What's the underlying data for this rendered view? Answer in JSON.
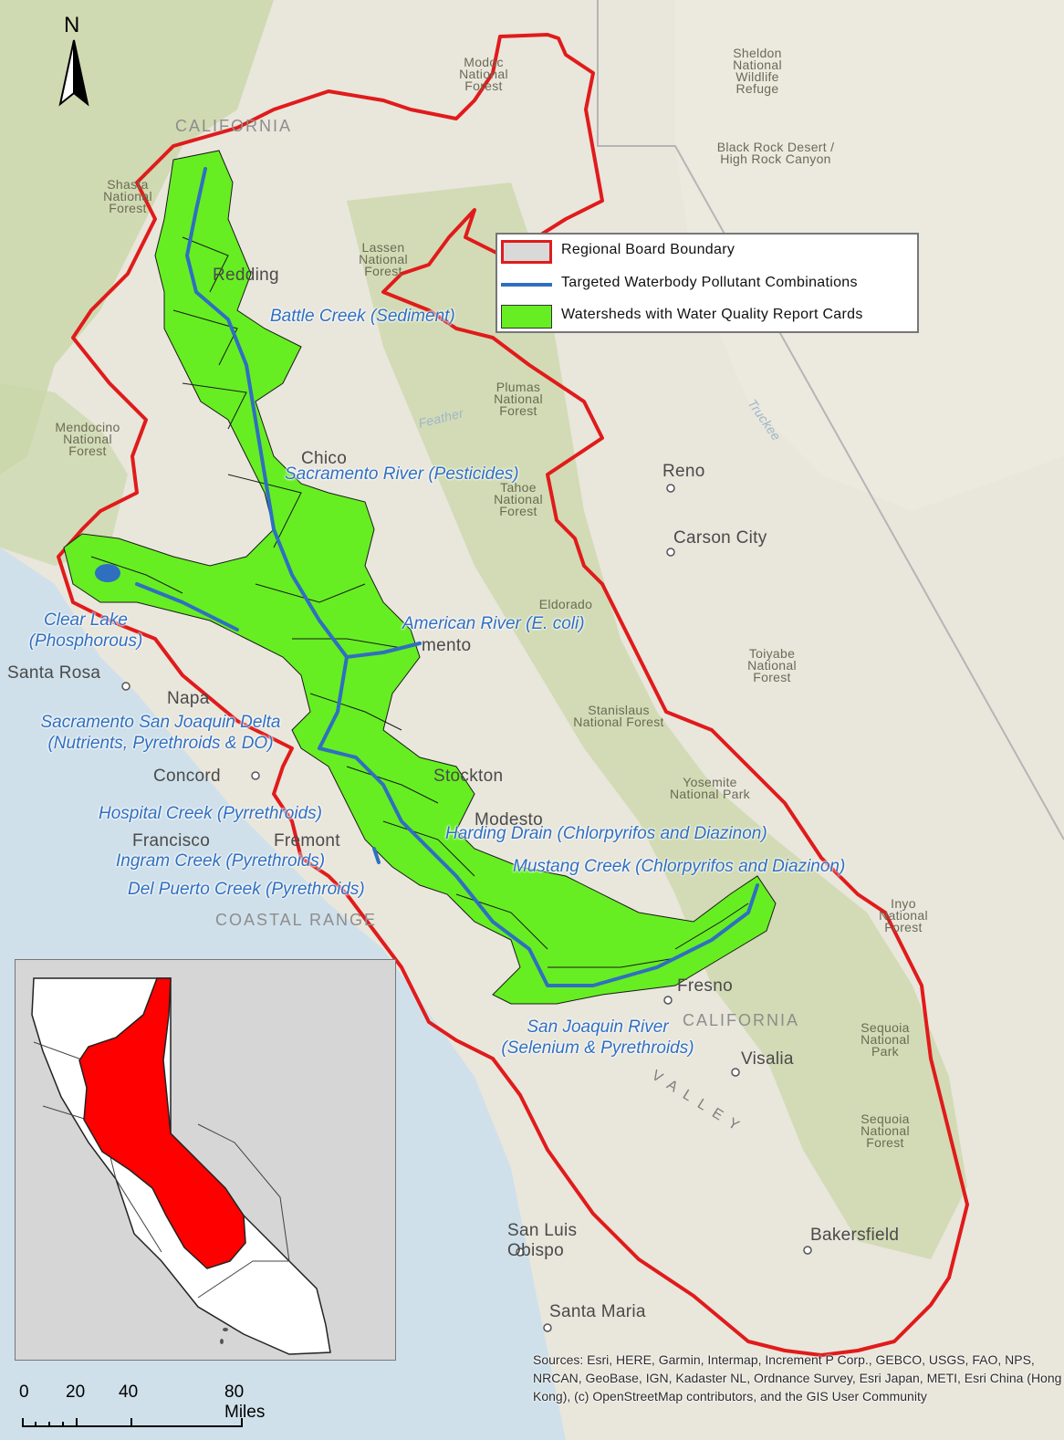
{
  "north_arrow": {
    "label": "N",
    "icon": "north-arrow-icon"
  },
  "legend": {
    "items": [
      {
        "label": "Regional Board Boundary",
        "color": "#d9d9d9",
        "border": "#e01b1b"
      },
      {
        "label": "Targeted Waterbody Pollutant Combinations",
        "color": "#2f6fc0"
      },
      {
        "label": "Watersheds with Water Quality Report Cards",
        "color": "#66ee22"
      }
    ]
  },
  "waterbody_labels": {
    "battle_creek": "Battle Creek (Sediment)",
    "sacramento_river": "Sacramento River (Pesticides)",
    "clear_lake_1": "Clear Lake",
    "clear_lake_2": "(Phosphorous)",
    "american_river": "American River (E. coli)",
    "delta_1": "Sacramento San Joaquin Delta",
    "delta_2": "(Nutrients, Pyrethroids & DO)",
    "hospital_creek": "Hospital Creek (Pyrrethroids)",
    "harding_drain": "Harding Drain (Chlorpyrifos and Diazinon)",
    "ingram_creek": "Ingram Creek (Pyrethroids)",
    "mustang_creek": "Mustang Creek (Chlorpyrifos and Diazinon)",
    "del_puerto_creek": "Del Puerto Creek (Pyrethroids)",
    "san_joaquin_1": "San Joaquin River",
    "san_joaquin_2": "(Selenium & Pyrethroids)"
  },
  "places": {
    "california_top": "CALIFORNIA",
    "redding": "Redding",
    "chico": "Chico",
    "reno": "Reno",
    "carson_city": "Carson City",
    "santa_rosa": "Santa Rosa",
    "napa": "Napa",
    "concord": "Concord",
    "stockton": "Stockton",
    "modesto": "Modesto",
    "francisco": "Francisco",
    "fremont": "Fremont",
    "fresno": "Fresno",
    "california_mid": "CALIFORNIA",
    "visalia": "Visalia",
    "bakersfield": "Bakersfield",
    "san_luis_obispo_1": "San Luis",
    "san_luis_obispo_2": "Obispo",
    "santa_maria": "Santa Maria",
    "sacramento_partial": "mento",
    "coastal_range": "COASTAL RANGE",
    "valley": "VALLEY",
    "feather": "Feather",
    "truckee": "Truckee",
    "modoc_nf": "Modoc National Forest",
    "sheldon_refuge": "Sheldon National Wildlife Refuge",
    "black_rock": "Black Rock Desert / High Rock Canyon",
    "shasta_nf": "Shasta National Forest",
    "lassen_nf": "Lassen National Forest",
    "plumas_nf": "Plumas National Forest",
    "tahoe_nf": "Tahoe National Forest",
    "mendocino_nf": "Mendocino National Forest",
    "eldorado_nf": "Eldorado",
    "toiyabe_nf": "Toiyabe National Forest",
    "stanislaus_nf": "Stanislaus National Forest",
    "yosemite_np": "Yosemite National Park",
    "inyo_nf": "Inyo National Forest",
    "sequoia_np": "Sequoia National Park",
    "sequoia_nf": "Sequoia National Forest"
  },
  "scalebar": {
    "ticks": [
      "0",
      "20",
      "40",
      "80 Miles"
    ]
  },
  "attribution": "Sources: Esri, HERE, Garmin, Intermap, Increment P Corp., GEBCO, USGS, FAO, NPS, NRCAN, GeoBase, IGN, Kadaster NL, Ordnance Survey, Esri Japan, METI, Esri China (Hong Kong), (c) OpenStreetMap contributors, and the GIS User Community",
  "colors": {
    "boundary": "#e01b1b",
    "watershed": "#66ee22",
    "waterbody": "#2f6fc0",
    "inset_region": "#ff0000",
    "terrain": "#e9e6dc",
    "forest": "#c9d7a8",
    "ocean": "#cfe0ea"
  }
}
